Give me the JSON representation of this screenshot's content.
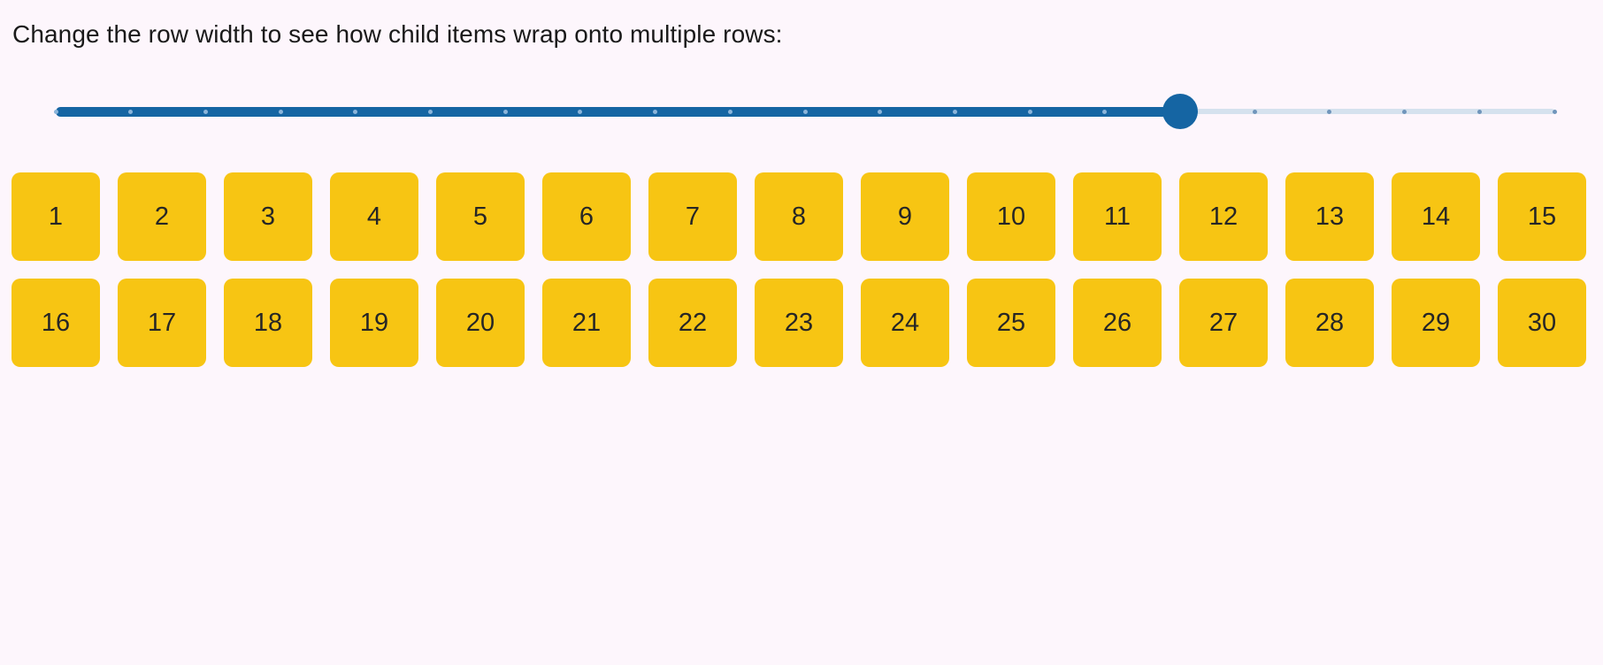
{
  "page": {
    "background_color": "#FDF6FC",
    "title": "Change the row width to see how child items wrap onto multiple rows:",
    "title_color": "#1A1A1A"
  },
  "slider": {
    "tick_count": 21,
    "value_index": 15,
    "max_index": 20,
    "accent_color": "#1565A3",
    "rail_color": "#D5E2EE",
    "filled_tick_color": "#8AB4DA",
    "rail_tick_color": "#7095BB"
  },
  "grid": {
    "columns_per_row": 15,
    "item_color": "#F7C513",
    "item_text_color": "#262626",
    "items": [
      "1",
      "2",
      "3",
      "4",
      "5",
      "6",
      "7",
      "8",
      "9",
      "10",
      "11",
      "12",
      "13",
      "14",
      "15",
      "16",
      "17",
      "18",
      "19",
      "20",
      "21",
      "22",
      "23",
      "24",
      "25",
      "26",
      "27",
      "28",
      "29",
      "30"
    ]
  }
}
